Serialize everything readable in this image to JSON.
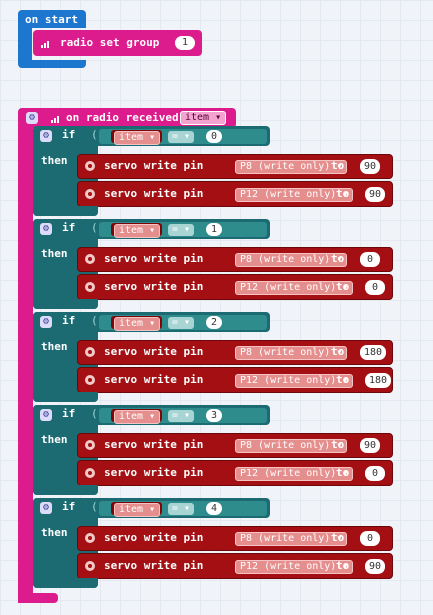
{
  "on_start": {
    "label": "on start",
    "radio_set_group_label": "radio set group",
    "group_value": "1"
  },
  "on_radio": {
    "label": "on radio received",
    "param": "item"
  },
  "if_label": "if",
  "then_label": "then",
  "var_name": "item",
  "operator": "=",
  "servo_label": "servo write pin",
  "to_label": "to",
  "pins": [
    "P8 (write only)",
    "P12 (write only)"
  ],
  "blocks": [
    {
      "compare": "0",
      "p8": "90",
      "p12": "90"
    },
    {
      "compare": "1",
      "p8": "0",
      "p12": "0"
    },
    {
      "compare": "2",
      "p8": "180",
      "p12": "180"
    },
    {
      "compare": "3",
      "p8": "90",
      "p12": "0"
    },
    {
      "compare": "4",
      "p8": "0",
      "p12": "90"
    }
  ]
}
